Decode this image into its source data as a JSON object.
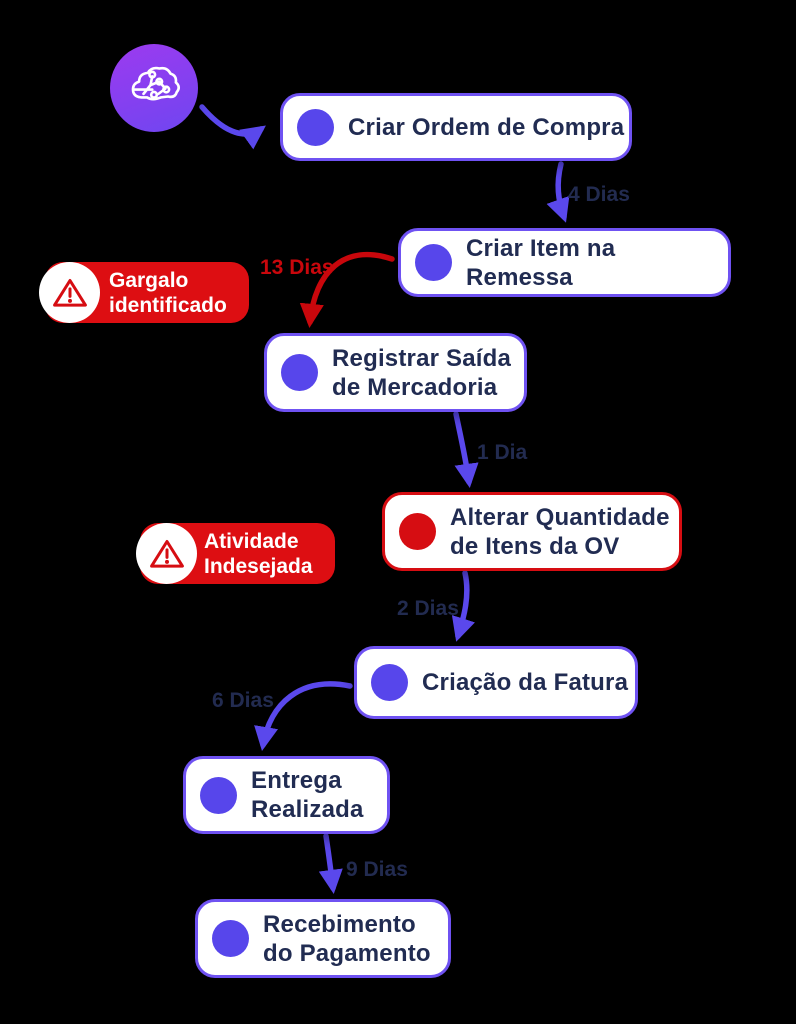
{
  "diagram": {
    "logo": {
      "icon": "brain-circuit-icon"
    },
    "nodes": [
      {
        "lines": [
          "Criar Ordem de Compra"
        ],
        "status": "normal"
      },
      {
        "lines": [
          "Criar Item na Remessa"
        ],
        "status": "normal"
      },
      {
        "lines": [
          "Registrar Saída",
          "de Mercadoria"
        ],
        "status": "normal"
      },
      {
        "lines": [
          "Alterar Quantidade",
          "de Itens da OV"
        ],
        "status": "alert"
      },
      {
        "lines": [
          "Criação da Fatura"
        ],
        "status": "normal"
      },
      {
        "lines": [
          "Entrega",
          "Realizada"
        ],
        "status": "normal"
      },
      {
        "lines": [
          "Recebimento",
          "do Pagamento"
        ],
        "status": "normal"
      }
    ],
    "edges": [
      {
        "from": "logo",
        "to": "Criar Ordem de Compra",
        "label": "",
        "color": "purple"
      },
      {
        "from": "Criar Ordem de Compra",
        "to": "Criar Item na Remessa",
        "label": "4 Dias",
        "color": "purple"
      },
      {
        "from": "Criar Item na Remessa",
        "to": "Registrar Saída de Mercadoria",
        "label": "13 Dias",
        "color": "red"
      },
      {
        "from": "Registrar Saída de Mercadoria",
        "to": "Alterar Quantidade de Itens da OV",
        "label": "1 Dia",
        "color": "purple"
      },
      {
        "from": "Alterar Quantidade de Itens da OV",
        "to": "Criação da Fatura",
        "label": "2 Dias",
        "color": "purple"
      },
      {
        "from": "Criação da Fatura",
        "to": "Entrega Realizada",
        "label": "6 Dias",
        "color": "purple"
      },
      {
        "from": "Entrega Realizada",
        "to": "Recebimento do Pagamento",
        "label": "9 Dias",
        "color": "purple"
      }
    ],
    "badges": [
      {
        "lines": [
          "Gargalo",
          "identificado"
        ],
        "icon": "warning-icon"
      },
      {
        "lines": [
          "Atividade",
          "Indesejada"
        ],
        "icon": "warning-icon"
      }
    ],
    "colors": {
      "node_border_purple": "#6F52F2",
      "node_border_red": "#D60D12",
      "dot_purple": "#5746EB",
      "dot_red": "#D60D12",
      "arrow_purple": "#5A48EC",
      "arrow_red": "#C9070C",
      "text_navy": "#212C52",
      "badge_red": "#DD0E12",
      "badge_text": "#FFFFFF",
      "logo_gradient_top": "#9C3BEF",
      "logo_gradient_bottom": "#6F46F1"
    }
  }
}
